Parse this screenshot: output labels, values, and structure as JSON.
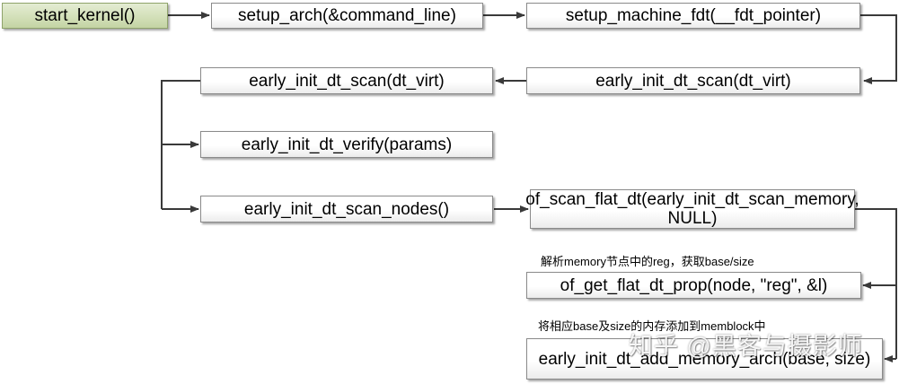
{
  "nodes": {
    "start_kernel": "start_kernel()",
    "setup_arch": "setup_arch(&command_line)",
    "setup_machine_fdt": "setup_machine_fdt(__fdt_pointer)",
    "early_init_dt_scan_right": "early_init_dt_scan(dt_virt)",
    "early_init_dt_scan_left": "early_init_dt_scan(dt_virt)",
    "early_init_dt_verify": "early_init_dt_verify(params)",
    "early_init_dt_scan_nodes": "early_init_dt_scan_nodes()",
    "of_scan_flat_dt": "of_scan_flat_dt(early_init_dt_scan_memory, NULL)",
    "of_get_flat_dt_prop": "of_get_flat_dt_prop(node, \"reg\", &l)",
    "early_init_dt_add_memory_arch": "early_init_dt_add_memory_arch(base, size)"
  },
  "notes": {
    "parse_memory": "解析memory节点中的reg，获取base/size",
    "add_memblock": "将相应base及size的内存添加到memblock中"
  },
  "watermark": "知乎 @黑客与摄影师",
  "colors": {
    "start_fill": "#d3e0b9",
    "box_border": "#8a8a8a",
    "line": "#3a3a3a"
  }
}
